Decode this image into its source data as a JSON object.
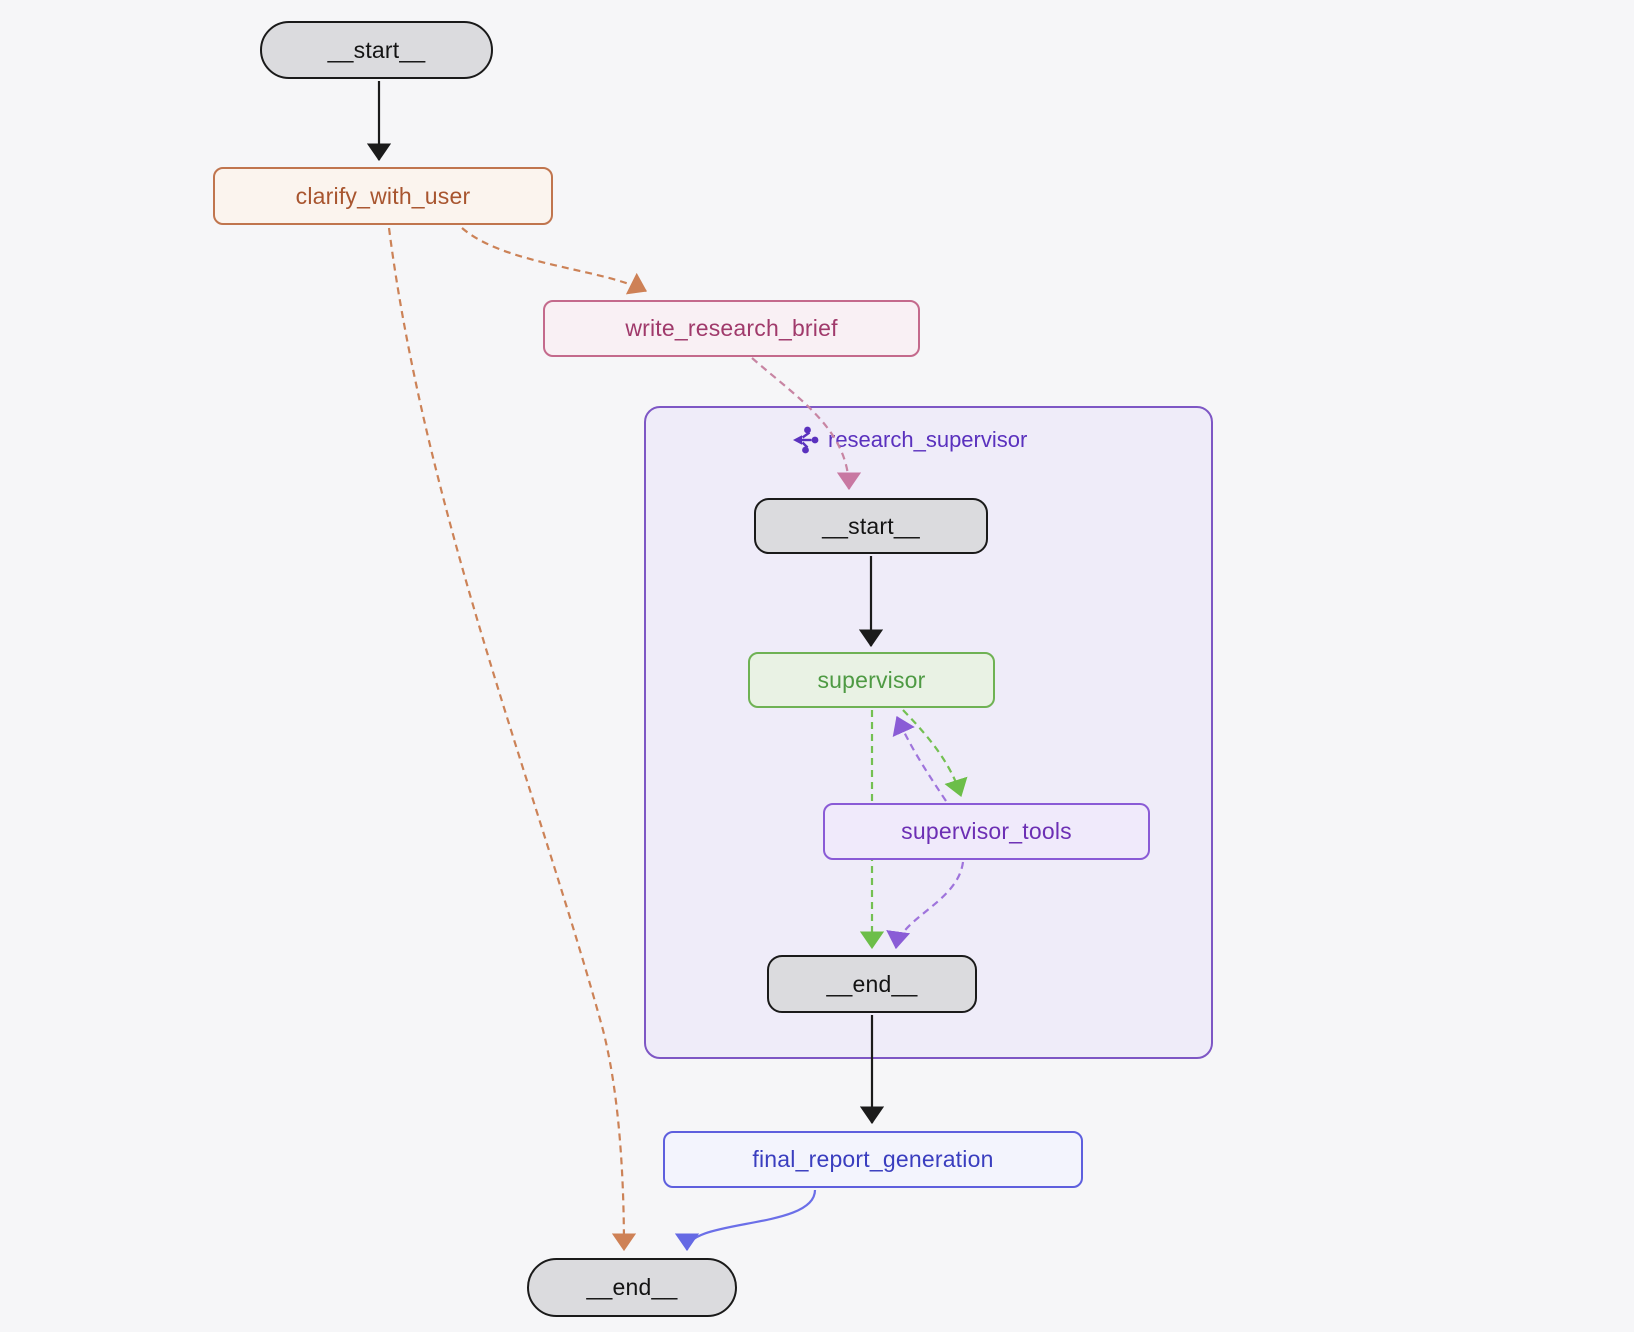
{
  "diagram": {
    "type": "state-graph",
    "nodes": {
      "start_outer": {
        "label": "__start__",
        "kind": "terminal"
      },
      "clarify_with_user": {
        "label": "clarify_with_user",
        "kind": "task"
      },
      "write_research_brief": {
        "label": "write_research_brief",
        "kind": "task"
      },
      "start_inner": {
        "label": "__start__",
        "kind": "terminal"
      },
      "supervisor": {
        "label": "supervisor",
        "kind": "task"
      },
      "supervisor_tools": {
        "label": "supervisor_tools",
        "kind": "task"
      },
      "end_inner": {
        "label": "__end__",
        "kind": "terminal"
      },
      "final_report_generation": {
        "label": "final_report_generation",
        "kind": "task"
      },
      "end_outer": {
        "label": "__end__",
        "kind": "terminal"
      }
    },
    "subgraph": {
      "label": "research_supervisor",
      "icon": "subgraph-branch-icon"
    },
    "edges": [
      {
        "from": "__start__",
        "to": "clarify_with_user",
        "style": "solid",
        "color": "black"
      },
      {
        "from": "clarify_with_user",
        "to": "write_research_brief",
        "style": "dashed",
        "color": "orange"
      },
      {
        "from": "clarify_with_user",
        "to": "__end__",
        "style": "dashed",
        "color": "orange"
      },
      {
        "from": "write_research_brief",
        "to": "research_supervisor.__start__",
        "style": "dashed",
        "color": "rose"
      },
      {
        "from": "research_supervisor.__start__",
        "to": "supervisor",
        "style": "solid",
        "color": "black"
      },
      {
        "from": "supervisor",
        "to": "supervisor_tools",
        "style": "dashed",
        "color": "green"
      },
      {
        "from": "supervisor_tools",
        "to": "supervisor",
        "style": "dashed",
        "color": "purple"
      },
      {
        "from": "supervisor",
        "to": "research_supervisor.__end__",
        "style": "dashed",
        "color": "green"
      },
      {
        "from": "supervisor_tools",
        "to": "research_supervisor.__end__",
        "style": "dashed",
        "color": "purple"
      },
      {
        "from": "research_supervisor.__end__",
        "to": "final_report_generation",
        "style": "solid",
        "color": "black"
      },
      {
        "from": "final_report_generation",
        "to": "__end__",
        "style": "solid",
        "color": "blue"
      }
    ],
    "theme": {
      "bg": "#F6F6F8",
      "gray_fill": "#DBDBDE",
      "gray_border": "#1A1A1A",
      "gray_text": "#141414",
      "black_edge": "#1B1B1B",
      "orange_border": "#C0754E",
      "orange_fill": "#FBF4EE",
      "orange_text": "#A8552F",
      "orange_edge": "#CC8257",
      "rose_border": "#C46A8C",
      "rose_fill": "#F9F0F4",
      "rose_text": "#A03A6B",
      "rose_edge": "#C885A3",
      "subgraph_border": "#7E57C5",
      "subgraph_fill": "#EFECF9",
      "subgraph_text": "#5A31BE",
      "green_border": "#6FB254",
      "green_fill": "#E9F2E4",
      "green_text": "#4E9A43",
      "green_edge": "#74C052",
      "purple_border": "#8A5BD6",
      "purple_fill": "#F0EAFB",
      "purple_text": "#6C2FB4",
      "purple_edge": "#9F74DC",
      "indigo_border": "#5E5FDE",
      "indigo_fill": "#F3F4FD",
      "indigo_text": "#3A3EBF",
      "indigo_edge": "#6B6FE8"
    }
  }
}
